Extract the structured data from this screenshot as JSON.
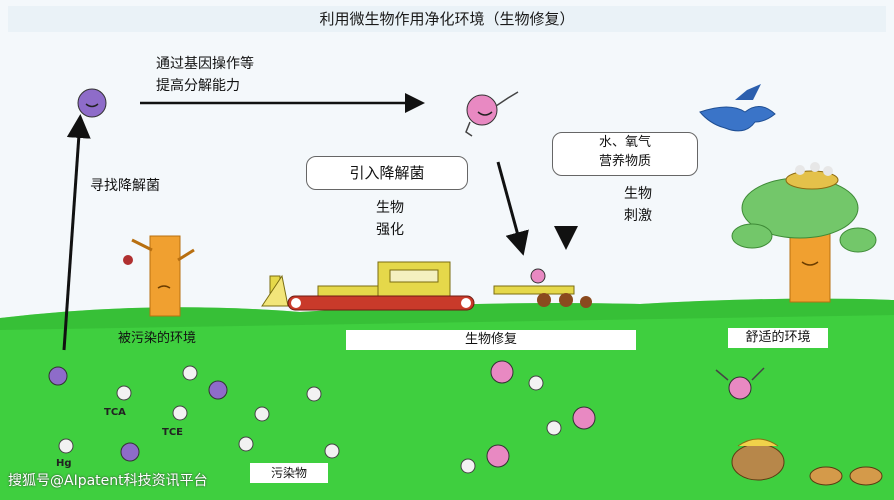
{
  "title": "利用微生物作用净化环境（生物修复）",
  "labels": {
    "improve_line1": "通过基因操作等",
    "improve_line2": "提高分解能力",
    "search": "寻找降解菌",
    "introduce": "引入降解菌",
    "bio_line1": "生物",
    "bio_line2": "强化",
    "nutrients_line1": "水、氧气",
    "nutrients_line2": "营养物质",
    "stim_line1": "生物",
    "stim_line2": "刺激",
    "polluted_env": "被污染的环境",
    "bioremediation": "生物修复",
    "comfortable_env": "舒适的环境",
    "pollutant": "污染物",
    "tca": "TCA",
    "tce": "TCE",
    "hg": "Hg"
  },
  "watermark": "搜狐号@AIpatent科技资讯平台",
  "colors": {
    "sky": "#f4f8fb",
    "ground": "#3fcf3f",
    "microbe_purple": "#8e6cc9",
    "microbe_pink": "#e889c2",
    "tree_trunk": "#f0a030",
    "tree_canopy": "#73c76a",
    "bird": "#3a74c8",
    "machine": "#e5d84a",
    "machine_base": "#c93a2a"
  }
}
